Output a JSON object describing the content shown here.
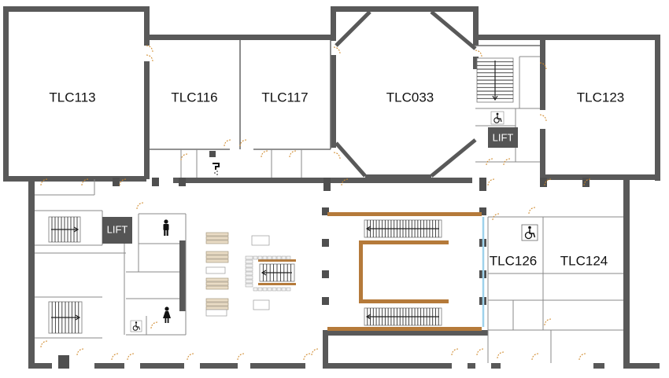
{
  "map": {
    "rooms": [
      {
        "id": "tlc113",
        "label": "TLC113"
      },
      {
        "id": "tlc116",
        "label": "TLC116"
      },
      {
        "id": "tlc117",
        "label": "TLC117"
      },
      {
        "id": "tlc033",
        "label": "TLC033"
      },
      {
        "id": "tlc123",
        "label": "TLC123"
      },
      {
        "id": "tlc126",
        "label": "TLC126"
      },
      {
        "id": "tlc124",
        "label": "TLC124"
      }
    ],
    "lifts": [
      {
        "id": "lift-north",
        "label": "LIFT"
      },
      {
        "id": "lift-west",
        "label": "LIFT"
      }
    ],
    "icons": [
      "male-toilet-icon",
      "female-toilet-icon",
      "wheelchair-icon",
      "water-fountain-icon",
      "stairs-icon"
    ],
    "colors": {
      "wall": "#595959",
      "lift_fill": "#555555",
      "stair_rail": "#b57a3a",
      "door": "#d08a2c",
      "glass": "#9ed2ec"
    }
  }
}
